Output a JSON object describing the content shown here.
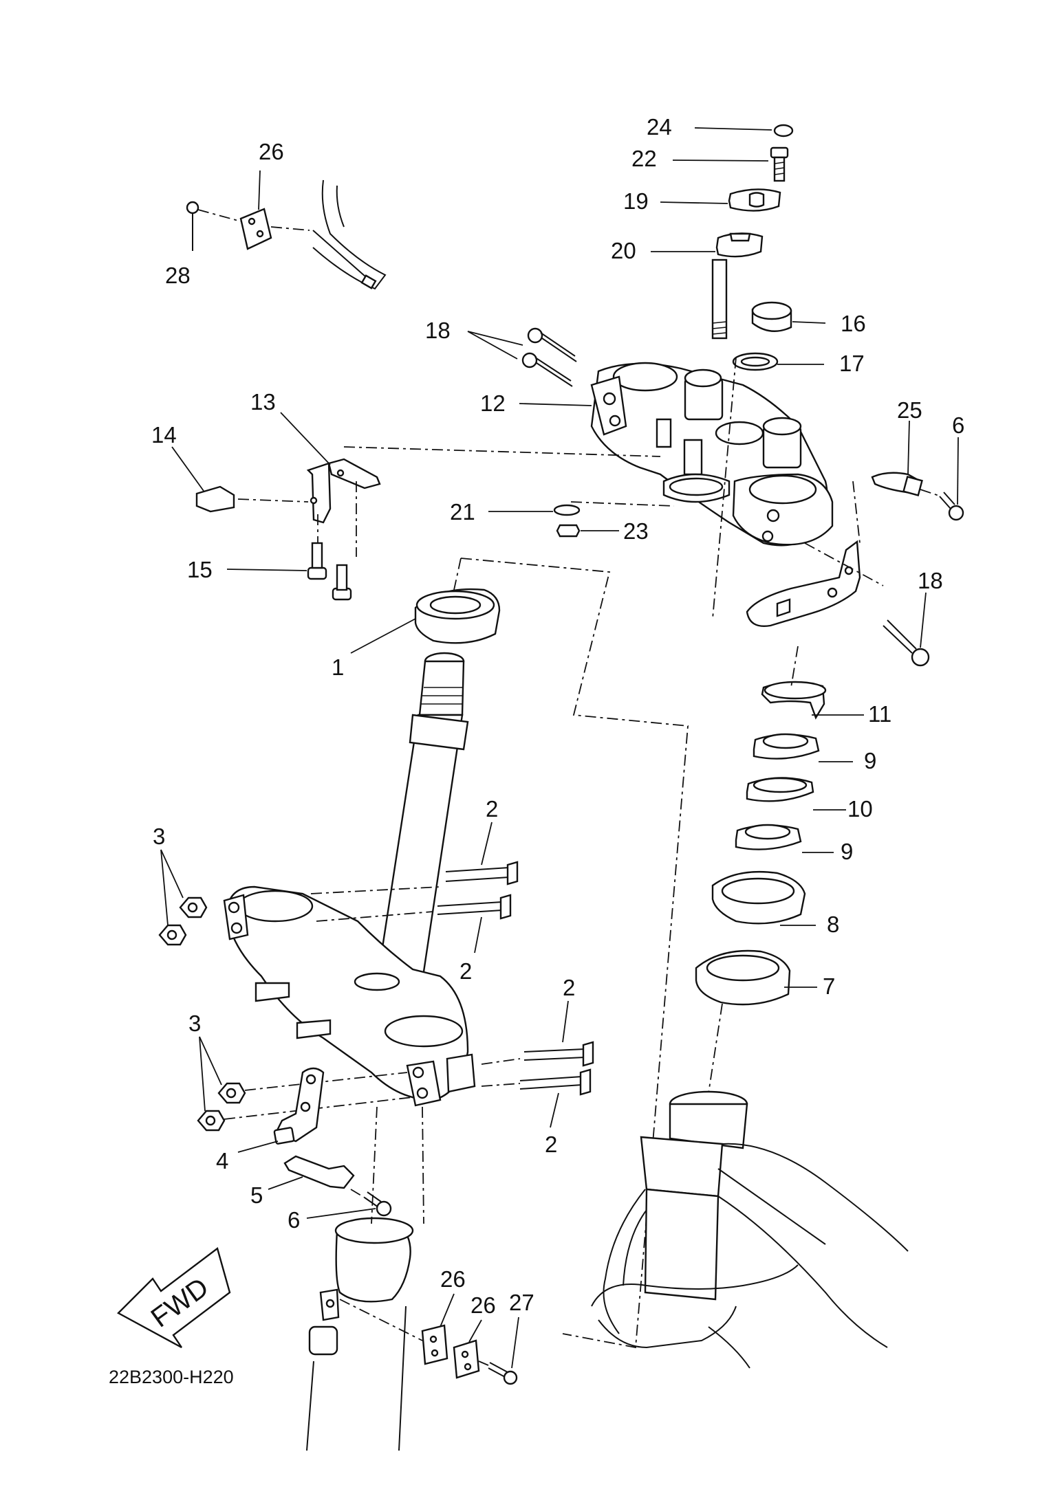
{
  "diagram": {
    "drawing_code": "22B2300-H220",
    "forward_label": "FWD",
    "callouts": [
      {
        "id": "c24",
        "text": "24"
      },
      {
        "id": "c22",
        "text": "22"
      },
      {
        "id": "c19",
        "text": "19"
      },
      {
        "id": "c20",
        "text": "20"
      },
      {
        "id": "c26a",
        "text": "26"
      },
      {
        "id": "c28",
        "text": "28"
      },
      {
        "id": "c16",
        "text": "16"
      },
      {
        "id": "c17",
        "text": "17"
      },
      {
        "id": "c18a",
        "text": "18"
      },
      {
        "id": "c12",
        "text": "12"
      },
      {
        "id": "c13",
        "text": "13"
      },
      {
        "id": "c14",
        "text": "14"
      },
      {
        "id": "c25",
        "text": "25"
      },
      {
        "id": "c6a",
        "text": "6"
      },
      {
        "id": "c21",
        "text": "21"
      },
      {
        "id": "c23",
        "text": "23"
      },
      {
        "id": "c15",
        "text": "15"
      },
      {
        "id": "c18b",
        "text": "18"
      },
      {
        "id": "c1",
        "text": "1"
      },
      {
        "id": "c11",
        "text": "11"
      },
      {
        "id": "c9a",
        "text": "9"
      },
      {
        "id": "c10",
        "text": "10"
      },
      {
        "id": "c9b",
        "text": "9"
      },
      {
        "id": "c2a",
        "text": "2"
      },
      {
        "id": "c3a",
        "text": "3"
      },
      {
        "id": "c8",
        "text": "8"
      },
      {
        "id": "c2b",
        "text": "2"
      },
      {
        "id": "c7",
        "text": "7"
      },
      {
        "id": "c2c",
        "text": "2"
      },
      {
        "id": "c3b",
        "text": "3"
      },
      {
        "id": "c2d",
        "text": "2"
      },
      {
        "id": "c4",
        "text": "4"
      },
      {
        "id": "c5",
        "text": "5"
      },
      {
        "id": "c6b",
        "text": "6"
      },
      {
        "id": "c26b",
        "text": "26"
      },
      {
        "id": "c26c",
        "text": "26"
      },
      {
        "id": "c27",
        "text": "27"
      }
    ]
  }
}
